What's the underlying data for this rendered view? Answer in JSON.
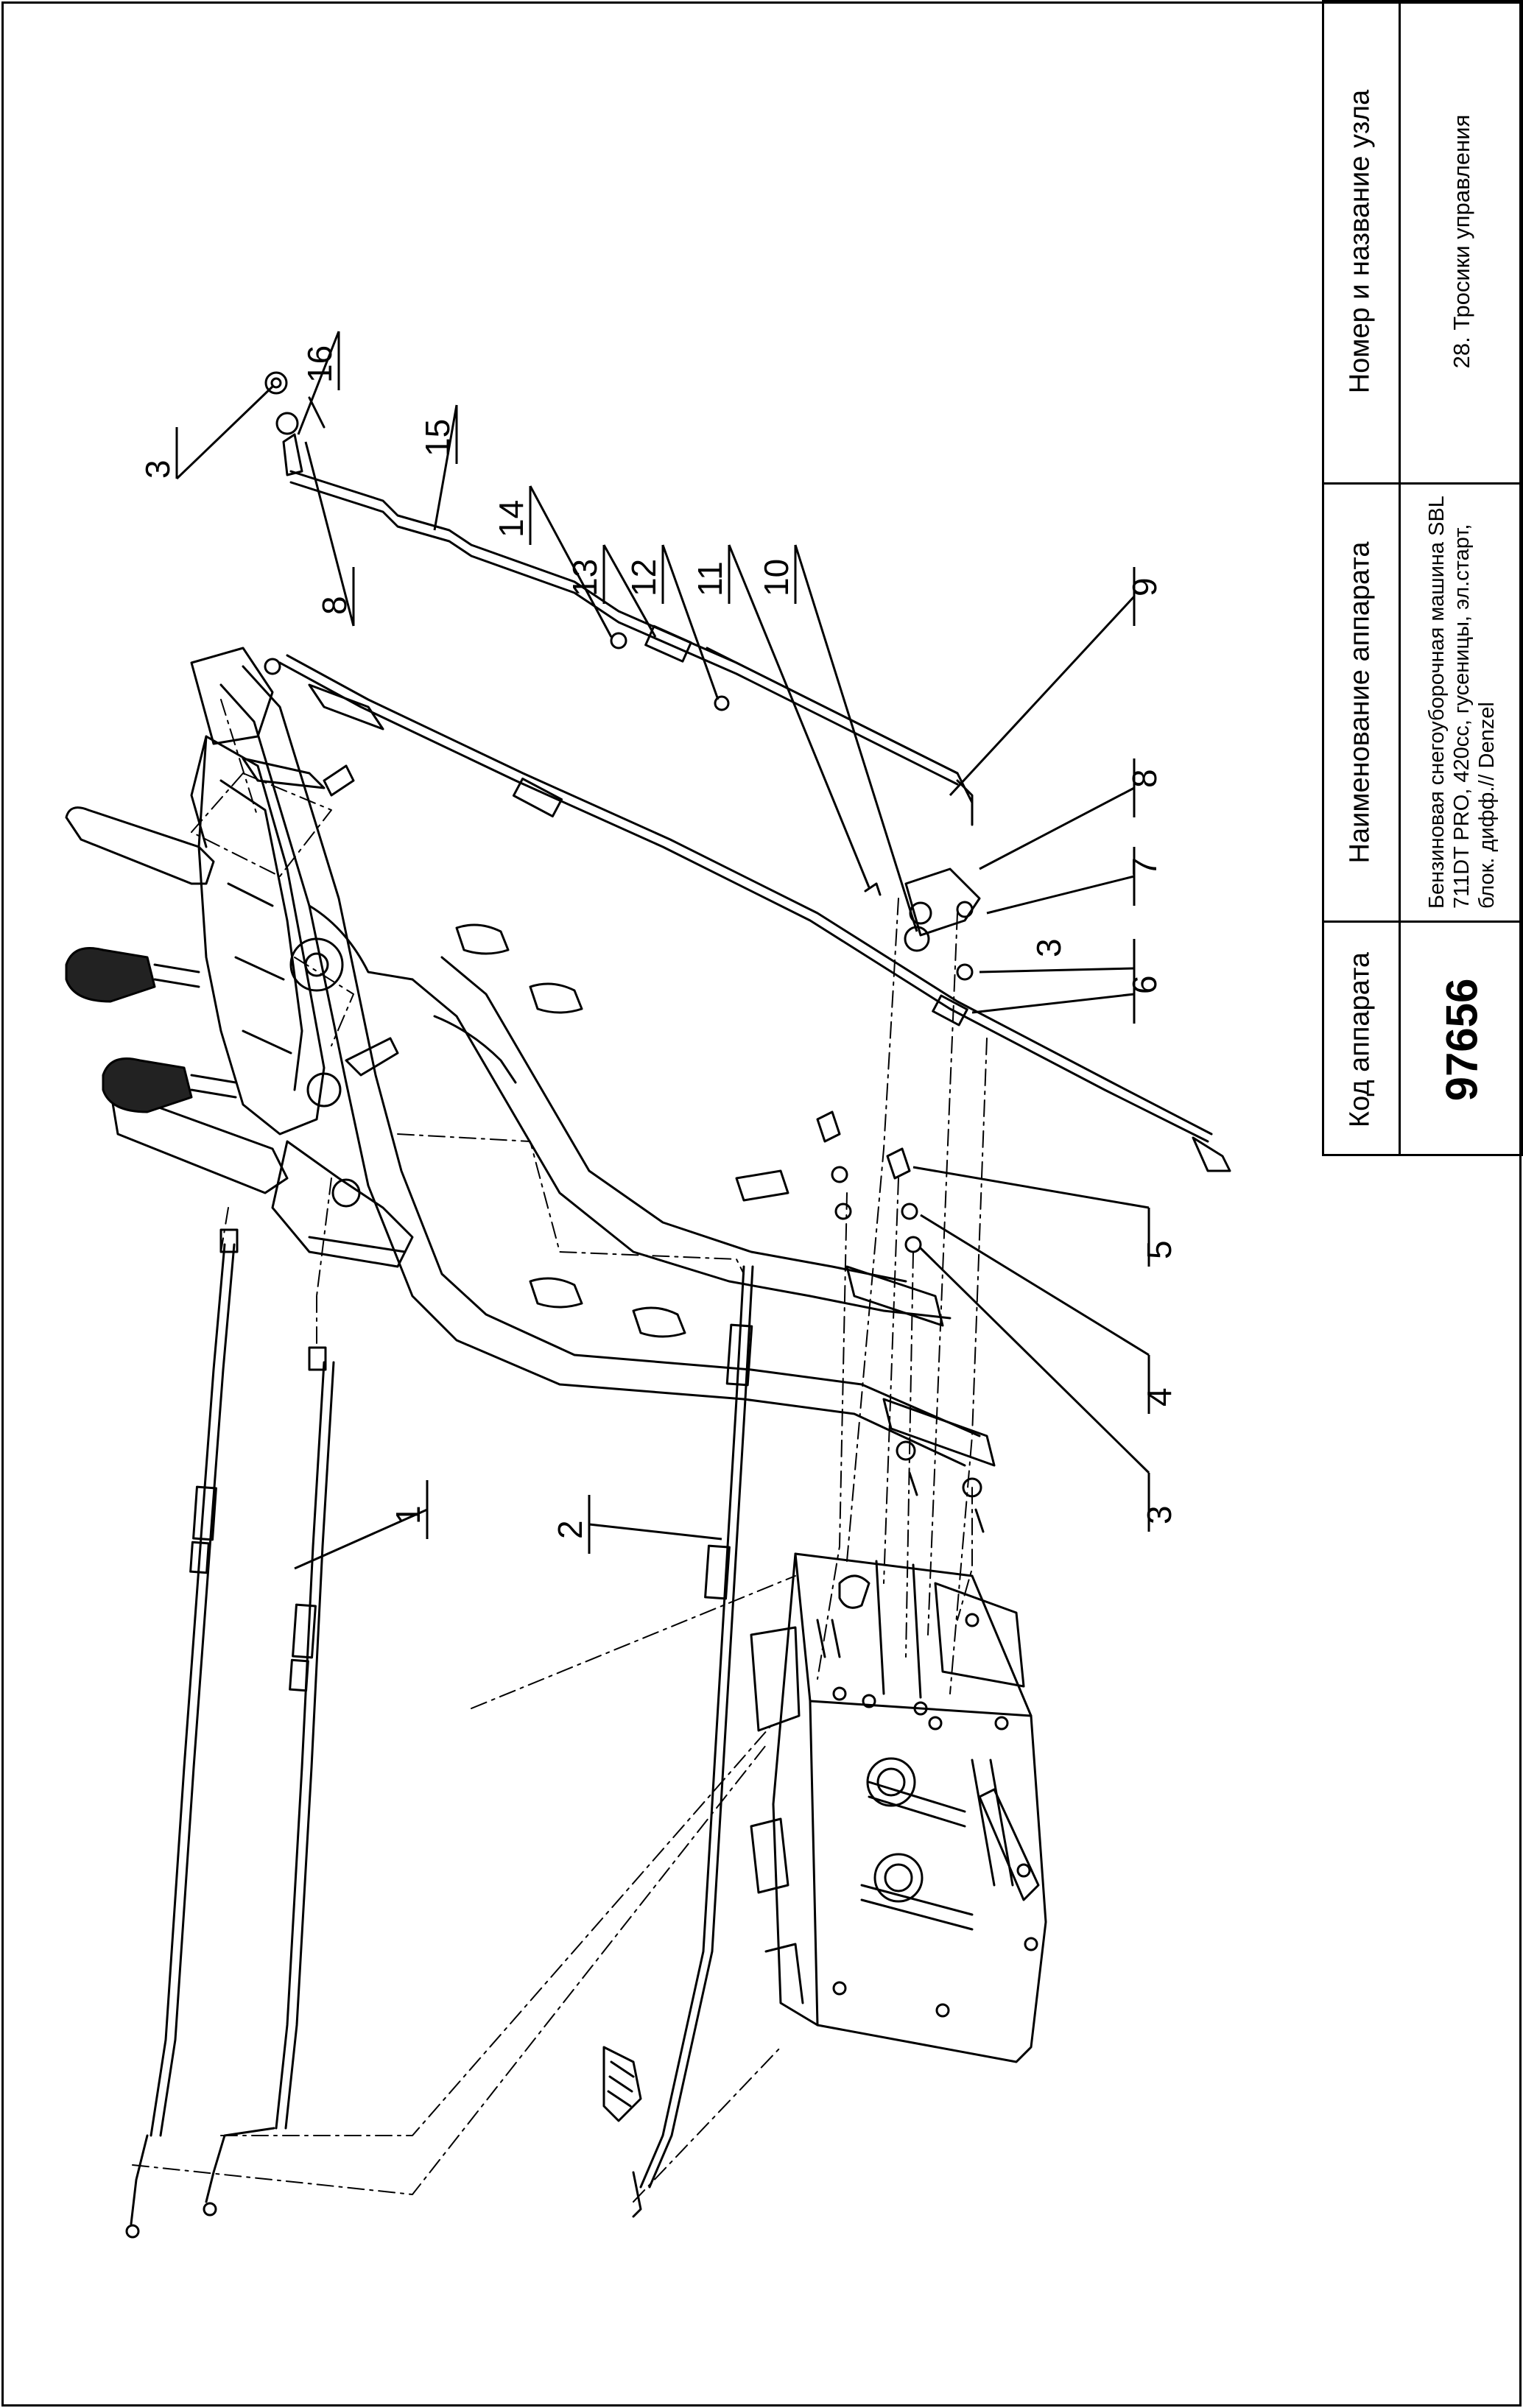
{
  "title_block": {
    "code_header": "Код аппарата",
    "code_value": "97656",
    "device_header": "Наименование аппарата",
    "device_name": "Бензиновая снегоуборочная машина SBL 711DT PRO, 420cc, гусеницы, эл.старт, блок. дифф.// Denzel",
    "node_header": "Номер и название узла",
    "node_name": "28. Тросики управления"
  },
  "callouts": [
    "1",
    "2",
    "3",
    "3",
    "3",
    "4",
    "5",
    "6",
    "7",
    "8",
    "8",
    "9",
    "10",
    "11",
    "12",
    "13",
    "14",
    "15",
    "16"
  ],
  "colors": {
    "line": "#000000",
    "background": "#ffffff"
  }
}
